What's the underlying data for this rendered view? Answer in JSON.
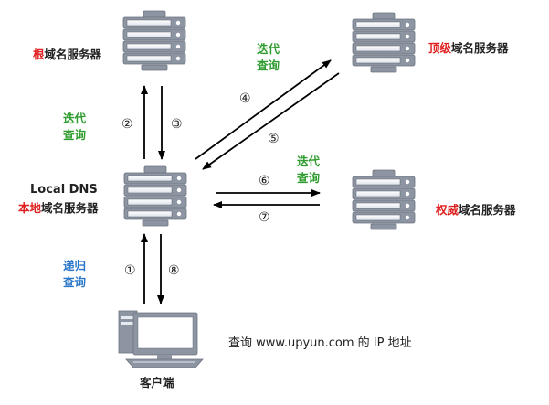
{
  "nodes": {
    "root": {
      "highlight": "根",
      "rest": "域名服务器"
    },
    "top_level": {
      "highlight": "顶级",
      "rest": "域名服务器"
    },
    "local": {
      "line1": "Local DNS",
      "highlight": "本地",
      "rest": "域名服务器"
    },
    "authoritative": {
      "highlight": "权威",
      "rest": "域名服务器"
    },
    "client": {
      "label": "客户端"
    }
  },
  "queries": {
    "iterative_root": [
      "迭代",
      "查询"
    ],
    "iterative_top": [
      "迭代",
      "查询"
    ],
    "iterative_auth": [
      "迭代",
      "查询"
    ],
    "recursive": [
      "递归",
      "查询"
    ]
  },
  "steps": [
    "①",
    "②",
    "③",
    "④",
    "⑤",
    "⑥",
    "⑦",
    "⑧"
  ],
  "client_note": "查询 www.upyun.com 的 IP 地址",
  "colors": {
    "highlight": "#e02020",
    "iterative": "#2e9c2e",
    "recursive": "#2a77c9",
    "server_body": "#8a92a0",
    "arrow": "#000000"
  }
}
